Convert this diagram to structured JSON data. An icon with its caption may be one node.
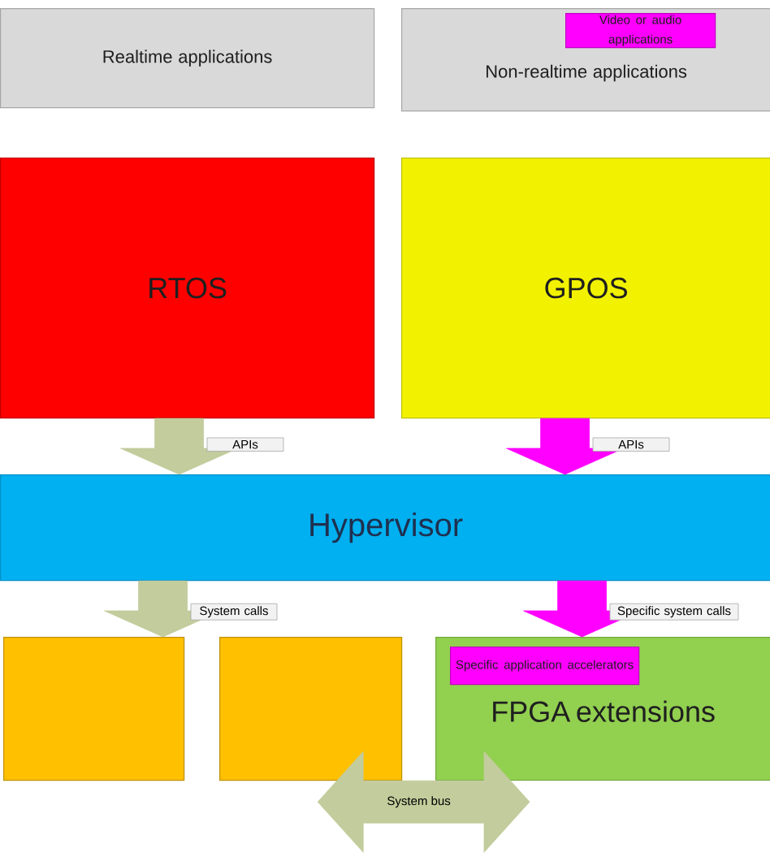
{
  "diagram": {
    "nodes": [
      {
        "text": [
          "Realtime applications"
        ]
      },
      {
        "text": [
          "Non-realtime applications"
        ]
      },
      {
        "text": [
          "Video or audio applications"
        ],
        "in": 1
      },
      {
        "text": [
          "RTOS"
        ]
      },
      {
        "text": [
          "GPOS"
        ]
      },
      {
        "text": [
          "Hypervisor"
        ]
      },
      {
        "text": [],
        "shape": "box"
      },
      {
        "text": [],
        "shape": "box"
      },
      {
        "text": [
          "FPGA extensions"
        ]
      },
      {
        "text": [
          "Specific application accelerators"
        ],
        "in": 8
      }
    ],
    "edges": [
      {
        "from": 3,
        "to": 5,
        "arrow": "to",
        "label": "APIs"
      },
      {
        "from": 4,
        "to": 5,
        "arrow": "to",
        "label": "APIs",
        "color": "#ff00ff"
      },
      {
        "from": 5,
        "to": 6,
        "arrow": "to",
        "label": "System calls"
      },
      {
        "from": 5,
        "to": 8,
        "arrow": "to",
        "label": "Specific system calls",
        "color": "#ff00ff"
      },
      {
        "from": 7,
        "to": 8,
        "arrow": "both",
        "label": "System bus"
      }
    ]
  }
}
